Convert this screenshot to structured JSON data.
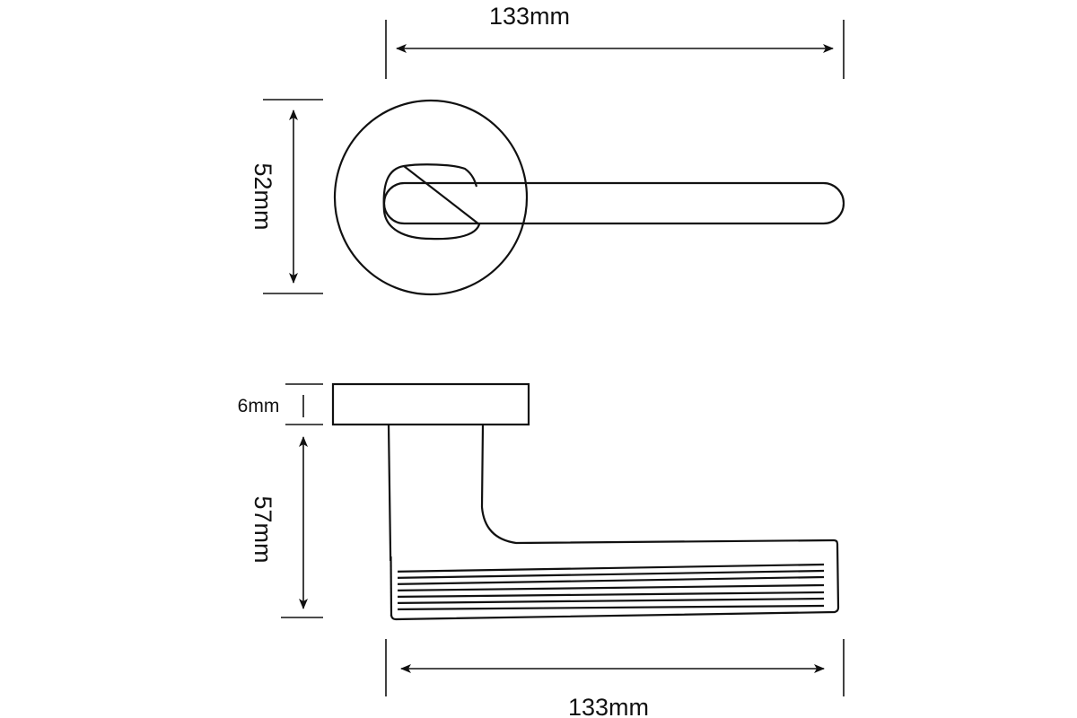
{
  "dimensions": {
    "top_width": "133mm",
    "rose_diameter": "52mm",
    "rose_thickness": "6mm",
    "projection": "57mm",
    "bottom_width": "133mm"
  },
  "colors": {
    "line": "#111111",
    "background": "#ffffff"
  }
}
